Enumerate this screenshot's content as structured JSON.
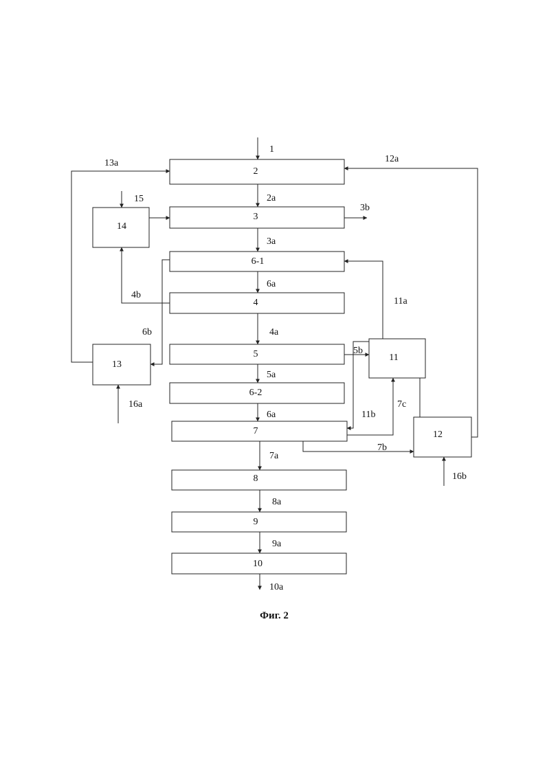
{
  "caption": "Фиг. 2",
  "blocks": {
    "b2": "2",
    "b3": "3",
    "b6_1": "6-1",
    "b4": "4",
    "b5": "5",
    "b6_2": "6-2",
    "b7": "7",
    "b8": "8",
    "b9": "9",
    "b10": "10",
    "b11": "11",
    "b12": "12",
    "b13": "13",
    "b14": "14"
  },
  "streams": {
    "s1": "1",
    "s2a": "2a",
    "s3a": "3a",
    "s3b": "3b",
    "s4a": "4a",
    "s4b": "4b",
    "s5a": "5a",
    "s5b": "5b",
    "s6a_top": "6a",
    "s6a_bottom": "6a",
    "s6b": "6b",
    "s7a": "7a",
    "s7b": "7b",
    "s7c": "7c",
    "s8a": "8a",
    "s9a": "9a",
    "s10a": "10a",
    "s11a": "11a",
    "s11b": "11b",
    "s12a": "12a",
    "s13a": "13a",
    "s15": "15",
    "s16a": "16a",
    "s16b": "16b"
  }
}
